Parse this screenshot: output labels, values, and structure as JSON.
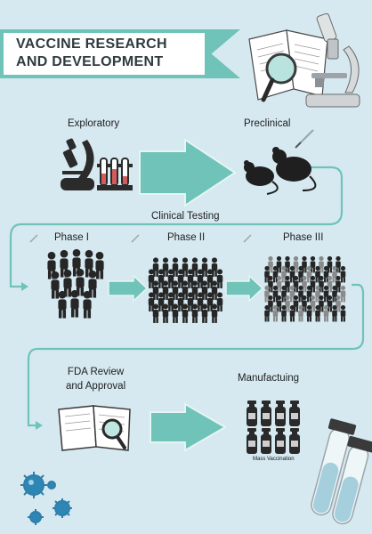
{
  "header": {
    "title_line1": "VACCINE RESEARCH",
    "title_line2": "AND DEVELOPMENT"
  },
  "stages": {
    "exploratory": "Exploratory",
    "preclinical": "Preclinical",
    "clinical_testing": "Clinical Testing",
    "phase_1": "Phase I",
    "phase_2": "Phase II",
    "phase_3": "Phase III",
    "fda_review_line1": "FDA Review",
    "fda_review_line2": "and Approval",
    "manufacturing": "Manufactuing",
    "mass_vaccination": "Mass Vaccination"
  },
  "colors": {
    "background": "#d6e9f0",
    "accent": "#6fc3b8",
    "dark": "#262626",
    "mid_gray": "#8a8a8a"
  }
}
